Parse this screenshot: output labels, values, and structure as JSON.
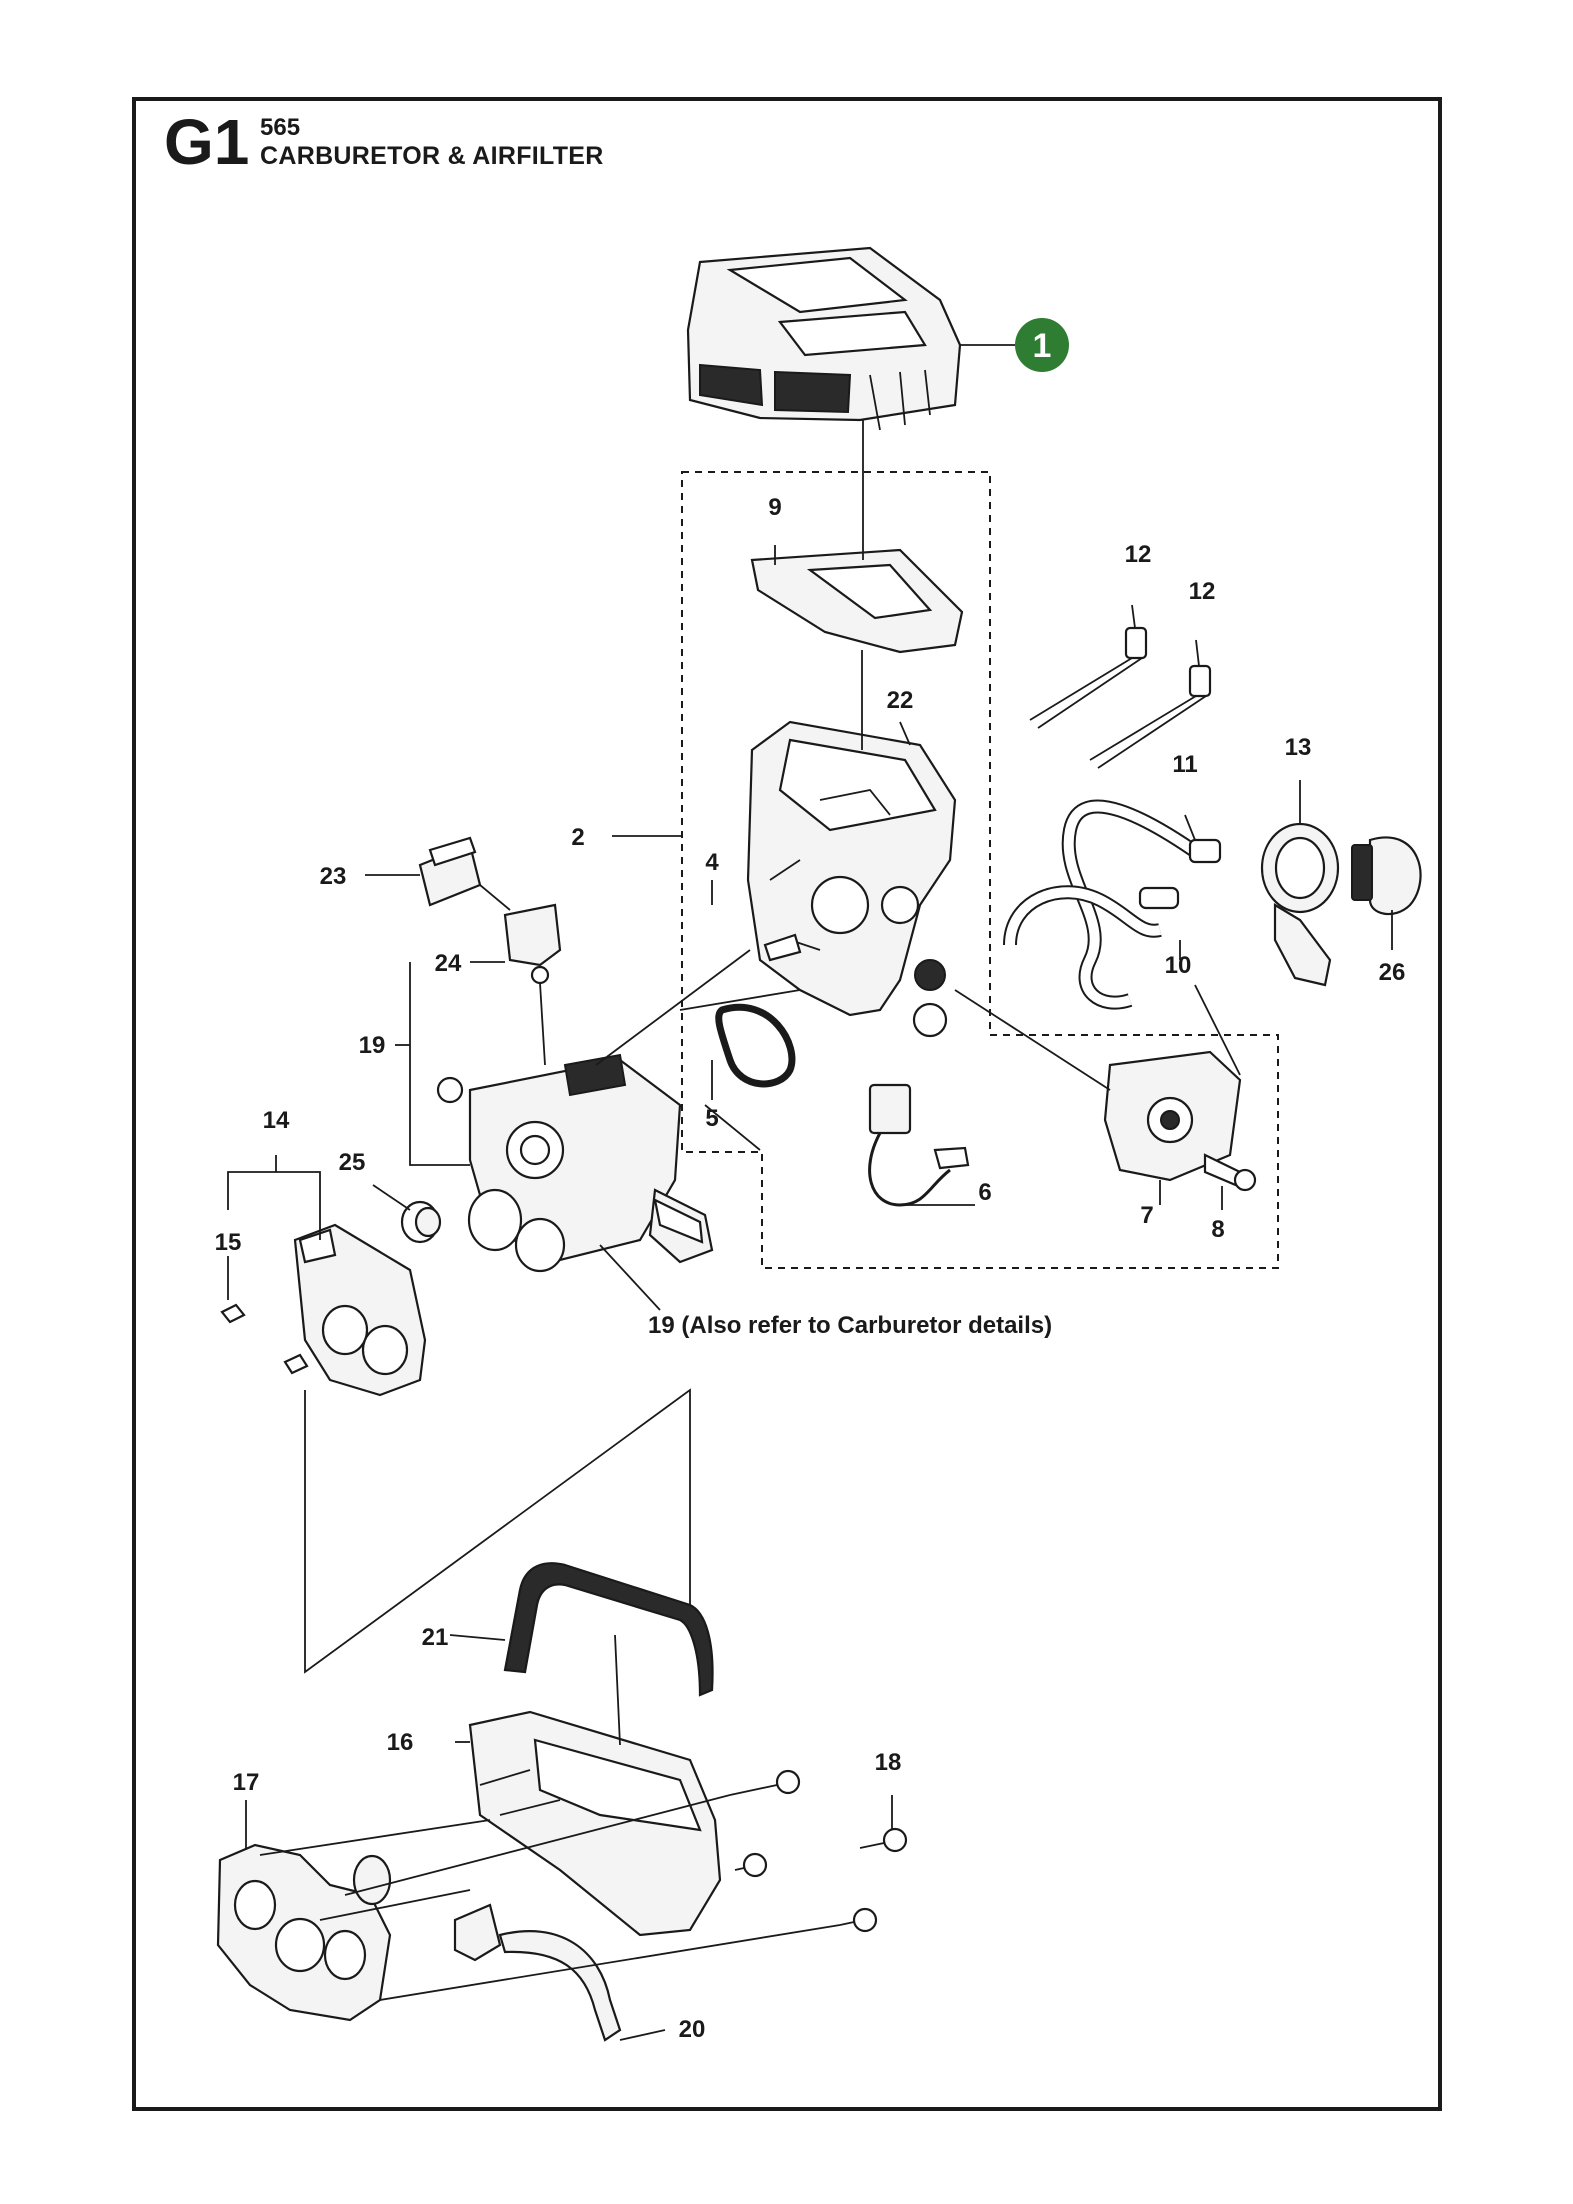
{
  "header": {
    "section_code": "G1",
    "model": "565",
    "title": "CARBURETOR & AIRFILTER"
  },
  "badge": {
    "number": "1",
    "color": "#2e7d32"
  },
  "callouts": {
    "c2": "2",
    "c4": "4",
    "c5": "5",
    "c6": "6",
    "c7": "7",
    "c8": "8",
    "c9": "9",
    "c10": "10",
    "c11": "11",
    "c12a": "12",
    "c12b": "12",
    "c13": "13",
    "c14": "14",
    "c15": "15",
    "c16": "16",
    "c17": "17",
    "c18": "18",
    "c19": "19",
    "c20": "20",
    "c21": "21",
    "c22": "22",
    "c23": "23",
    "c24": "24",
    "c25": "25",
    "c26": "26"
  },
  "notes": {
    "carburetor_ref": "19 (Also refer to Carburetor details)"
  }
}
